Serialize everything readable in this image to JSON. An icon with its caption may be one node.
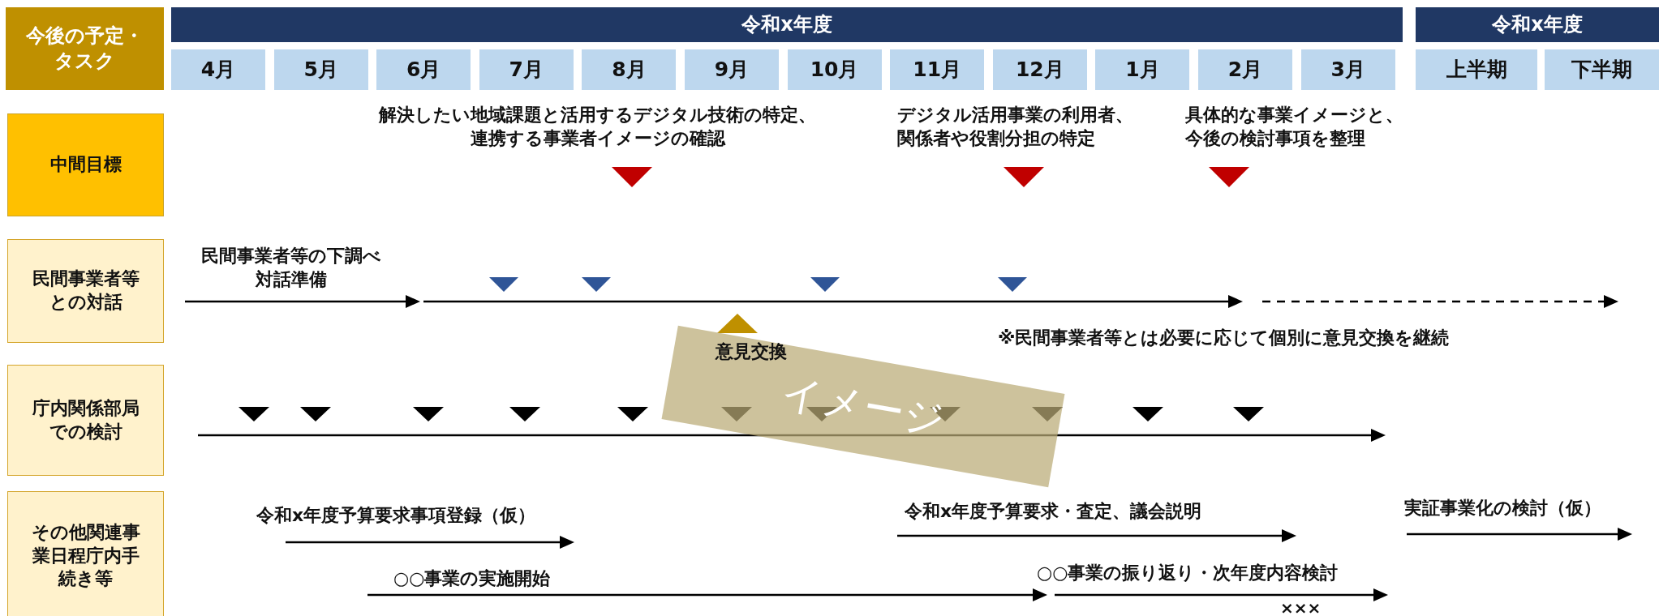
{
  "diagram": {
    "nodes": [
      {
        "text": [
          "今後の予定・タスク"
        ]
      },
      {
        "text": [
          "令和x年度"
        ]
      },
      {
        "text": [
          "4月"
        ]
      },
      {
        "text": [
          "5月"
        ]
      },
      {
        "text": [
          "6月"
        ]
      },
      {
        "text": [
          "7月"
        ]
      },
      {
        "text": [
          "8月"
        ]
      },
      {
        "text": [
          "9月"
        ]
      },
      {
        "text": [
          "10月"
        ]
      },
      {
        "text": [
          "11月"
        ]
      },
      {
        "text": [
          "12月"
        ]
      },
      {
        "text": [
          "1月"
        ]
      },
      {
        "text": [
          "2月"
        ]
      },
      {
        "text": [
          "3月"
        ]
      },
      {
        "text": [
          "令和x年度"
        ]
      },
      {
        "text": [
          "上半期"
        ]
      },
      {
        "text": [
          "下半期"
        ]
      },
      {
        "text": [
          "中間目標"
        ]
      },
      {
        "text": [
          "民間事業者等との対話"
        ]
      },
      {
        "text": [
          "庁内関係部局での検討"
        ]
      },
      {
        "text": [
          "その他関連事業日程庁内手続き等"
        ]
      },
      {
        "text": [
          "イメージ"
        ]
      }
    ],
    "labels": [
      "解決したい地域課題と活用するデジタル技術の特定、連携する事業者イメージの確認",
      "デジタル活用事業の利用者、関係者や役割分担の特定",
      "具体的な事業イメージと、今後の検討事項を整理",
      "民間事業者等の下調べ対話準備",
      "意見交換",
      "※民間事業者等とは必要に応じて個別に意見交換を継続",
      "令和x年度予算要求事項登録（仮）",
      "令和x年度予算要求・査定、議会説明",
      "実証事業化の検討（仮）",
      "○○事業の実施開始",
      "○○事業の振り返り・次年度内容検討",
      "×××"
    ]
  }
}
